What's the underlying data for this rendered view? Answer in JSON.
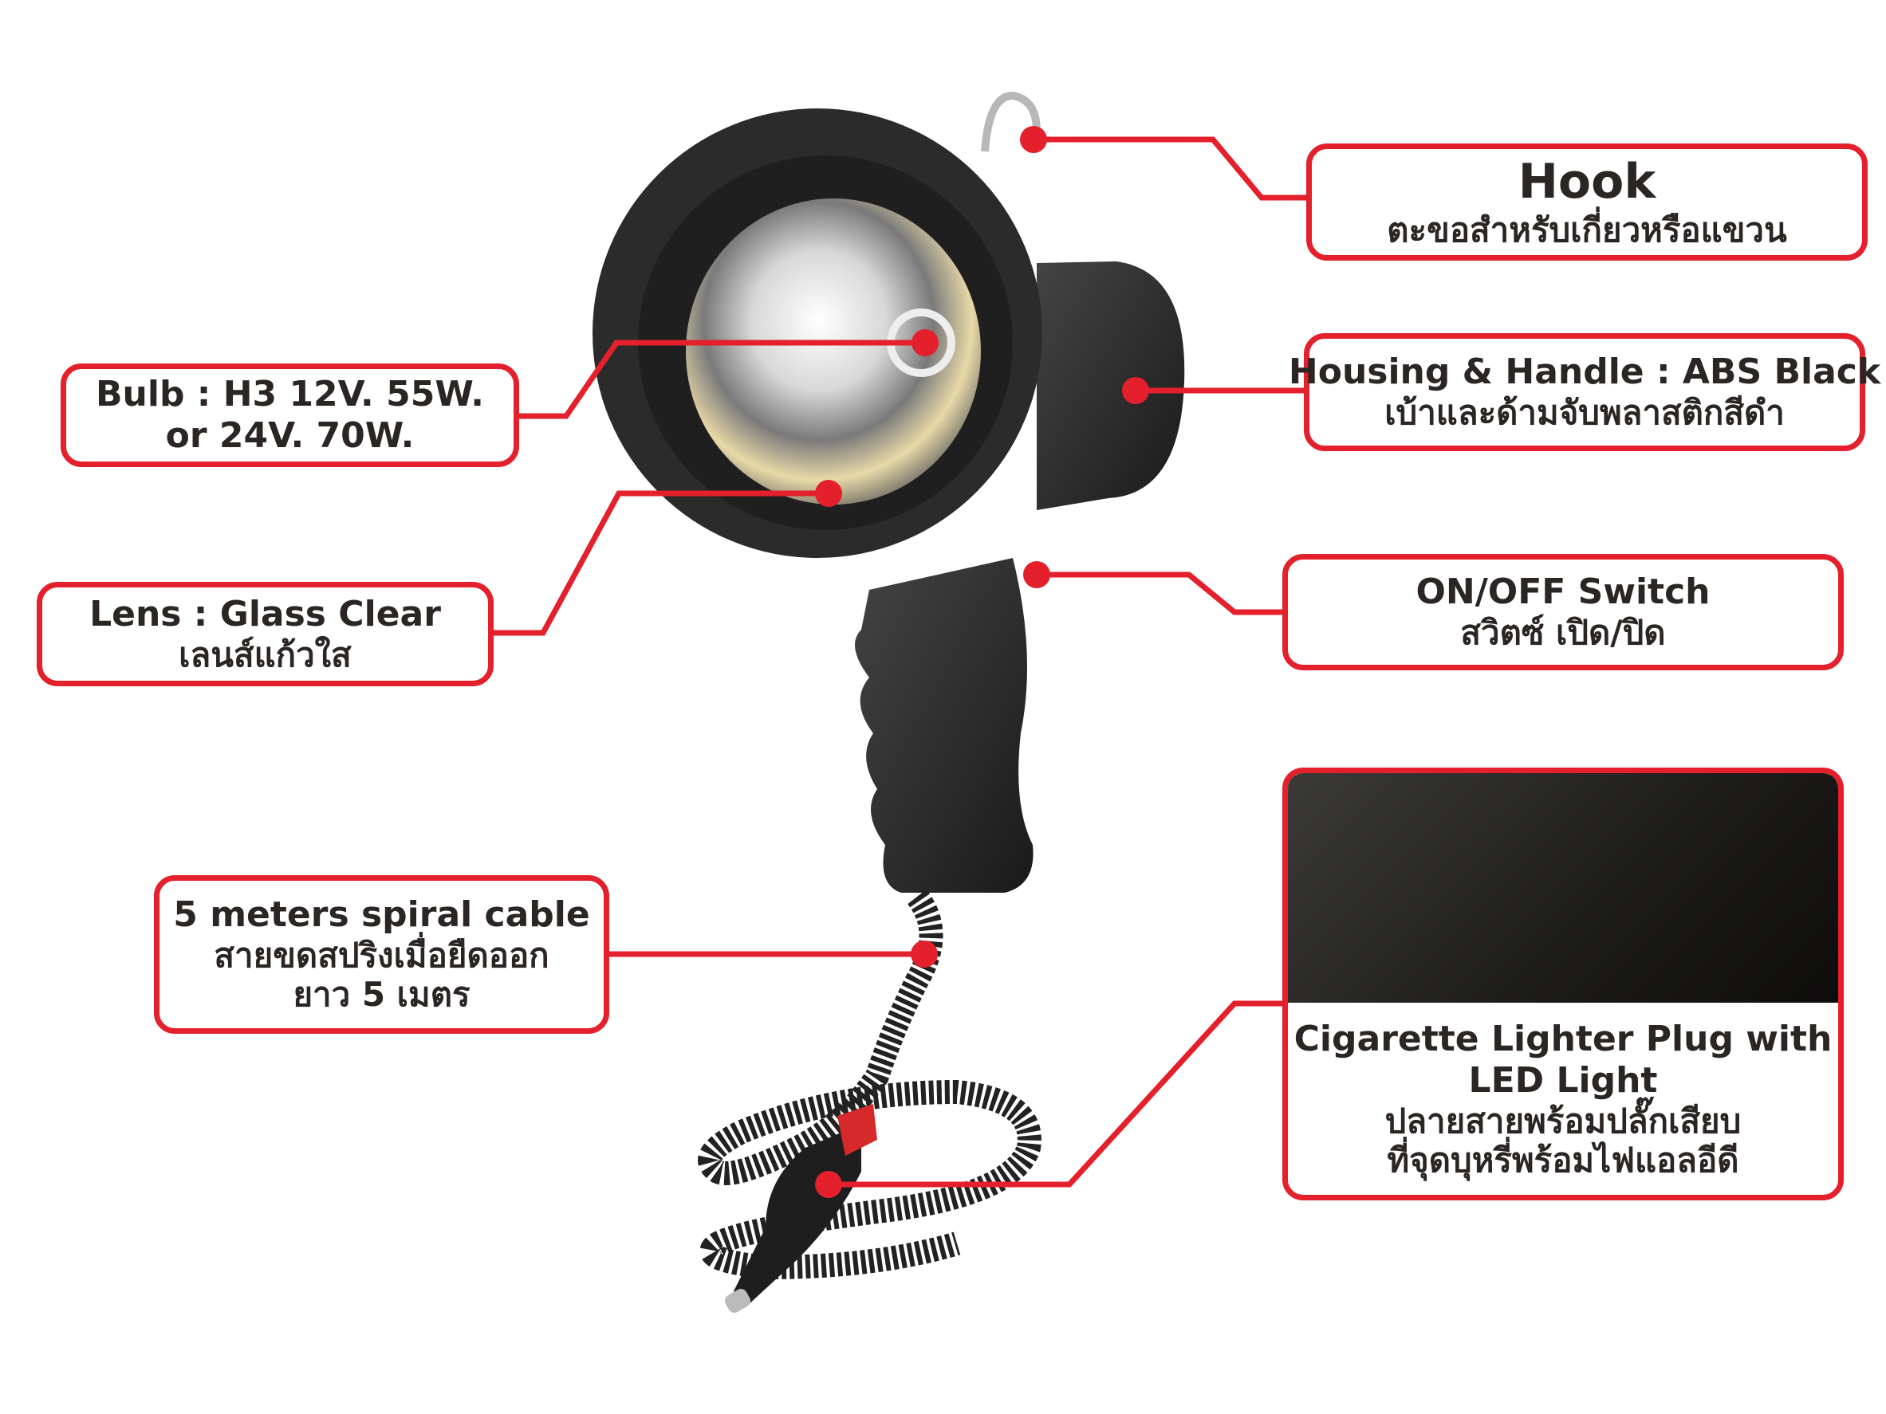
{
  "callouts": {
    "hook": {
      "en": "Hook",
      "th": "ตะขอสำหรับเกี่ยวหรือแขวน"
    },
    "housing": {
      "en": "Housing & Handle : ABS Black",
      "th": "เบ้าและด้ามจับพลาสติกสีดำ"
    },
    "switch": {
      "en": "ON/OFF Switch",
      "th": "สวิตซ์ เปิด/ปิด"
    },
    "bulb": {
      "line1": "Bulb : H3 12V. 55W.",
      "line2": "or 24V. 70W."
    },
    "lens": {
      "en": "Lens : Glass Clear",
      "th": "เลนส์แก้วใส"
    },
    "cable": {
      "en": "5 meters spiral cable",
      "th1": "สายขดสปริงเมื่อยืดออก",
      "th2": "ยาว 5 เมตร"
    },
    "plug": {
      "en1": "Cigarette Lighter Plug with",
      "en2": "LED Light",
      "th1": "ปลายสายพร้อมปลั๊กเสียบ",
      "th2": "ที่จุดบุหรี่พร้อมไฟแอลอีดี"
    }
  },
  "colors": {
    "accent": "#e3202b",
    "text": "#2b2523",
    "body": "#2a2a2a"
  }
}
